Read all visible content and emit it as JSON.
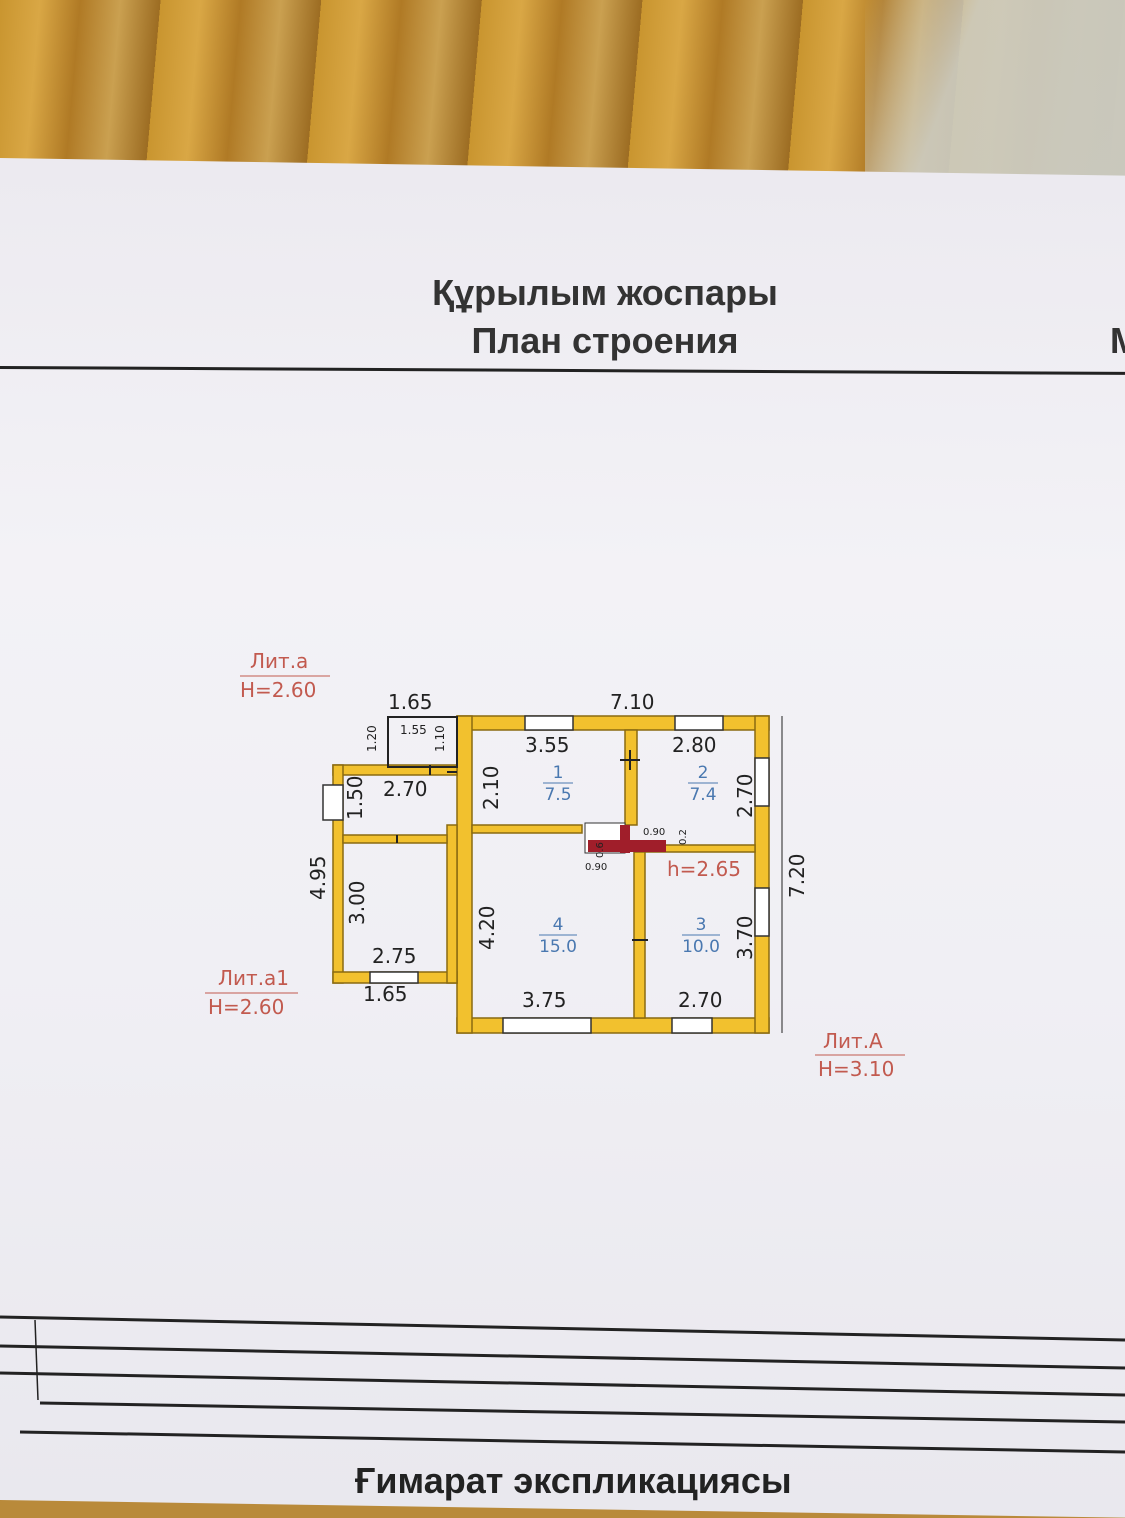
{
  "header": {
    "title_kz": "Құрылым жоспары",
    "title_ru": "План строения",
    "cut_letter": "М"
  },
  "footer": {
    "title": "Ғимарат экспликациясы"
  },
  "plan": {
    "lit_a_small": {
      "name": "Лит.а",
      "height": "H=2.60"
    },
    "lit_a1": {
      "name": "Лит.а1",
      "height": "H=2.60"
    },
    "lit_A": {
      "name": "Лит.А",
      "height": "H=3.10"
    },
    "h_inner": "h=2.65",
    "dims": {
      "top_left": "1.65",
      "top_total": "7.10",
      "small_w": "1.55",
      "small_h": "1.20",
      "small_h2": "1.10",
      "r1_w": "3.55",
      "r2_w": "2.80",
      "porch_w": "2.70",
      "porch_h": "1.50",
      "r1_h": "2.10",
      "r2_h": "2.70",
      "left_total": "4.95",
      "right_total": "7.20",
      "vest_h": "3.00",
      "vest_w": "2.75",
      "bottom_left": "1.65",
      "r4_h": "4.20",
      "r4_w": "3.75",
      "r3_w": "2.70",
      "r3_h": "3.70",
      "stove_a": "0.90",
      "stove_b": "0.2",
      "stove_c": "0.6",
      "stove_d": "0.90"
    },
    "rooms": [
      {
        "num": "1",
        "area": "7.5"
      },
      {
        "num": "2",
        "area": "7.4"
      },
      {
        "num": "3",
        "area": "10.0"
      },
      {
        "num": "4",
        "area": "15.0"
      }
    ]
  }
}
